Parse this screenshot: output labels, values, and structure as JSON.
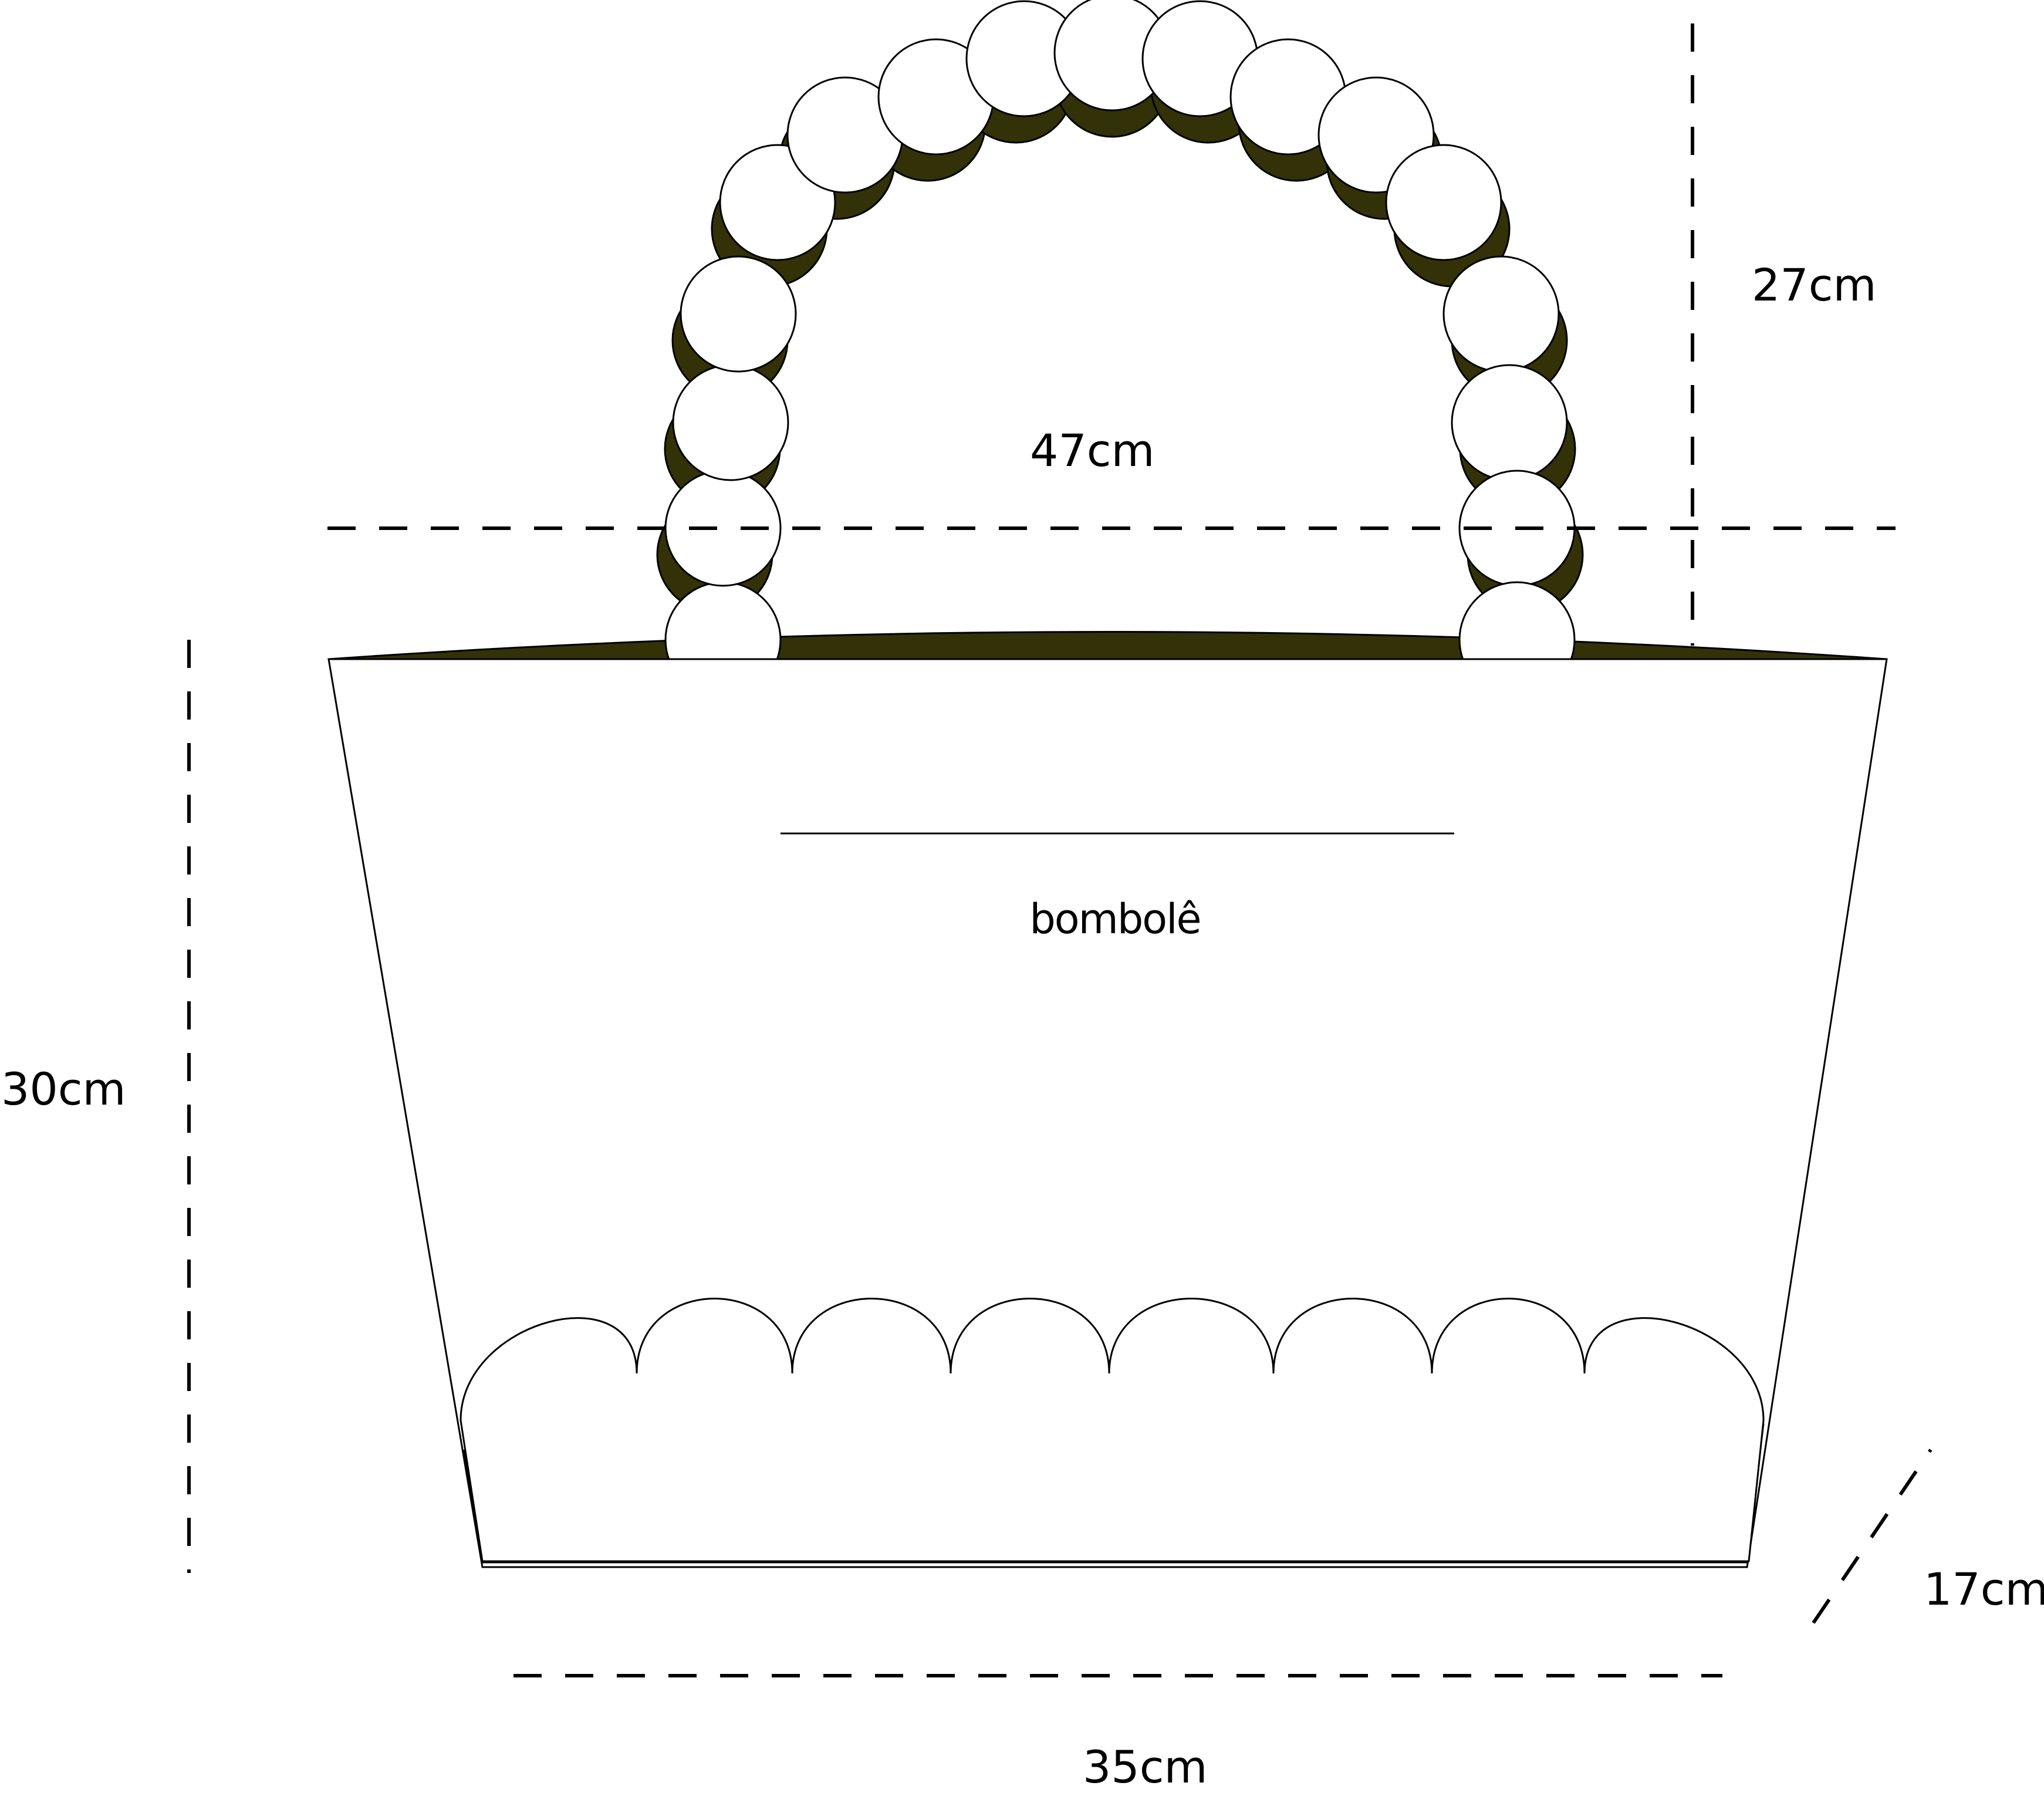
{
  "brand": {
    "logo_text": "bombolê"
  },
  "dimensions": {
    "handle_height": "27cm",
    "handle_length": "47cm",
    "bag_height": "30cm",
    "bag_width": "35cm",
    "bag_depth": "17cm"
  },
  "colors": {
    "outline": "#000000",
    "fill": "#ffffff",
    "shadow": "#333108",
    "dash": "#000000"
  }
}
